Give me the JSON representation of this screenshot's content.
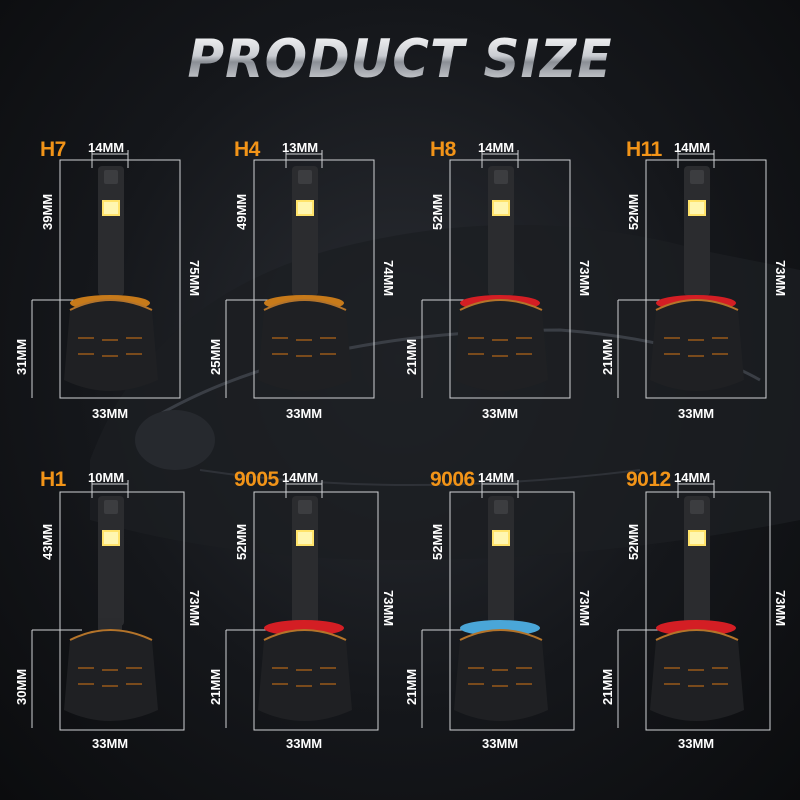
{
  "title": "PRODUCT SIZE",
  "colors": {
    "model_label": "#f29418",
    "ring_red": "#d41e24",
    "ring_blue": "#4aa6d8",
    "dimension_text": "#ffffff"
  },
  "bulbs": [
    {
      "model": "H7",
      "width_top": "14MM",
      "upper": "39MM",
      "total": "75MM",
      "base": "31MM",
      "width_bottom": "33MM",
      "ring": "orange"
    },
    {
      "model": "H4",
      "width_top": "13MM",
      "upper": "49MM",
      "total": "74MM",
      "base": "25MM",
      "width_bottom": "33MM",
      "ring": "orange"
    },
    {
      "model": "H8",
      "width_top": "14MM",
      "upper": "52MM",
      "total": "73MM",
      "base": "21MM",
      "width_bottom": "33MM",
      "ring": "red"
    },
    {
      "model": "H11",
      "width_top": "14MM",
      "upper": "52MM",
      "total": "73MM",
      "base": "21MM",
      "width_bottom": "33MM",
      "ring": "red"
    },
    {
      "model": "H1",
      "width_top": "10MM",
      "upper": "43MM",
      "total": "73MM",
      "base": "30MM",
      "width_bottom": "33MM",
      "ring": "none"
    },
    {
      "model": "9005",
      "width_top": "14MM",
      "upper": "52MM",
      "total": "73MM",
      "base": "21MM",
      "width_bottom": "33MM",
      "ring": "red"
    },
    {
      "model": "9006",
      "width_top": "14MM",
      "upper": "52MM",
      "total": "73MM",
      "base": "21MM",
      "width_bottom": "33MM",
      "ring": "blue"
    },
    {
      "model": "9012",
      "width_top": "14MM",
      "upper": "52MM",
      "total": "73MM",
      "base": "21MM",
      "width_bottom": "33MM",
      "ring": "red"
    }
  ]
}
